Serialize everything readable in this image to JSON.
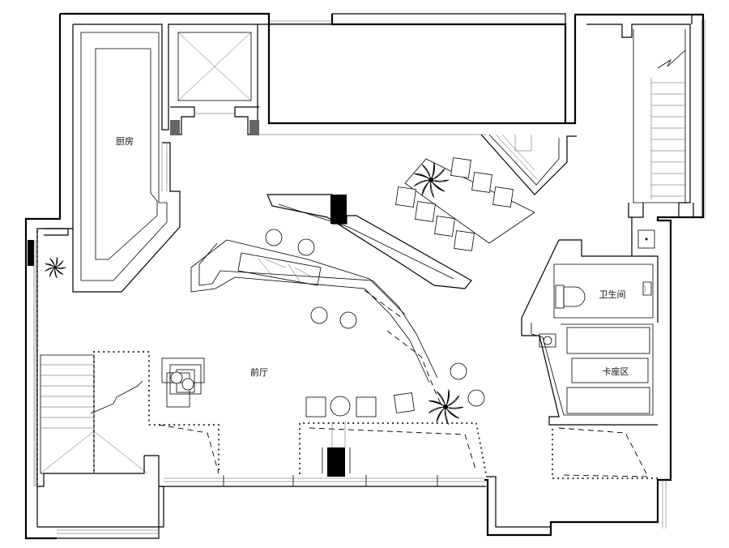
{
  "rooms": {
    "kitchen": "厨房",
    "front_hall": "前厅",
    "restroom": "卫生间",
    "booth_area": "卡座区"
  },
  "colors": {
    "wall": "#000000",
    "background": "#ffffff"
  }
}
